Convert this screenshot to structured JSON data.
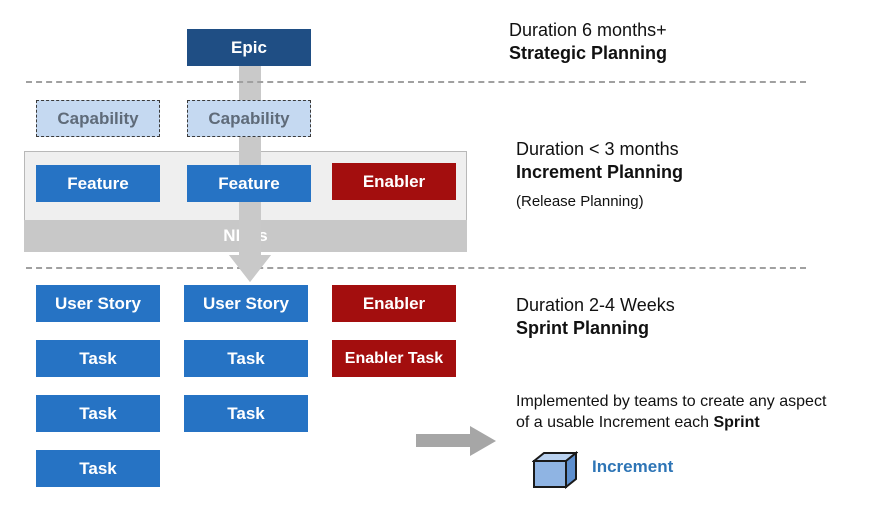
{
  "levels": {
    "strategic": {
      "duration": "Duration 6 months+",
      "title": "Strategic Planning"
    },
    "increment": {
      "duration": "Duration < 3 months",
      "title": "Increment Planning",
      "note": "(Release Planning)"
    },
    "sprint": {
      "duration": "Duration 2-4 Weeks",
      "title": "Sprint Planning"
    }
  },
  "diagram": {
    "epic": "Epic",
    "capabilities": [
      "Capability",
      "Capability"
    ],
    "features": [
      "Feature",
      "Feature"
    ],
    "enabler_top": "Enabler",
    "nfrs": "NFRs",
    "user_stories": [
      "User Story",
      "User Story"
    ],
    "enabler_mid": "Enabler",
    "tasks_col1": [
      "Task",
      "Task",
      "Task"
    ],
    "tasks_col2": [
      "Task",
      "Task"
    ],
    "enabler_task": "Enabler Task"
  },
  "implemented": {
    "line1": "Implemented by teams to create any aspect",
    "line2_prefix": "of a usable Increment each ",
    "line2_bold": "Sprint"
  },
  "increment_label": "Increment",
  "colors": {
    "blue": "#2673c4",
    "dark_blue": "#1f4e84",
    "red": "#a30e0e",
    "capability_fill": "#c5d9f1",
    "nfr_gray": "#c8c8c8",
    "increment_text": "#2e75b6"
  },
  "icons": [
    "down-arrow-icon",
    "right-arrow-icon",
    "cube-icon"
  ]
}
